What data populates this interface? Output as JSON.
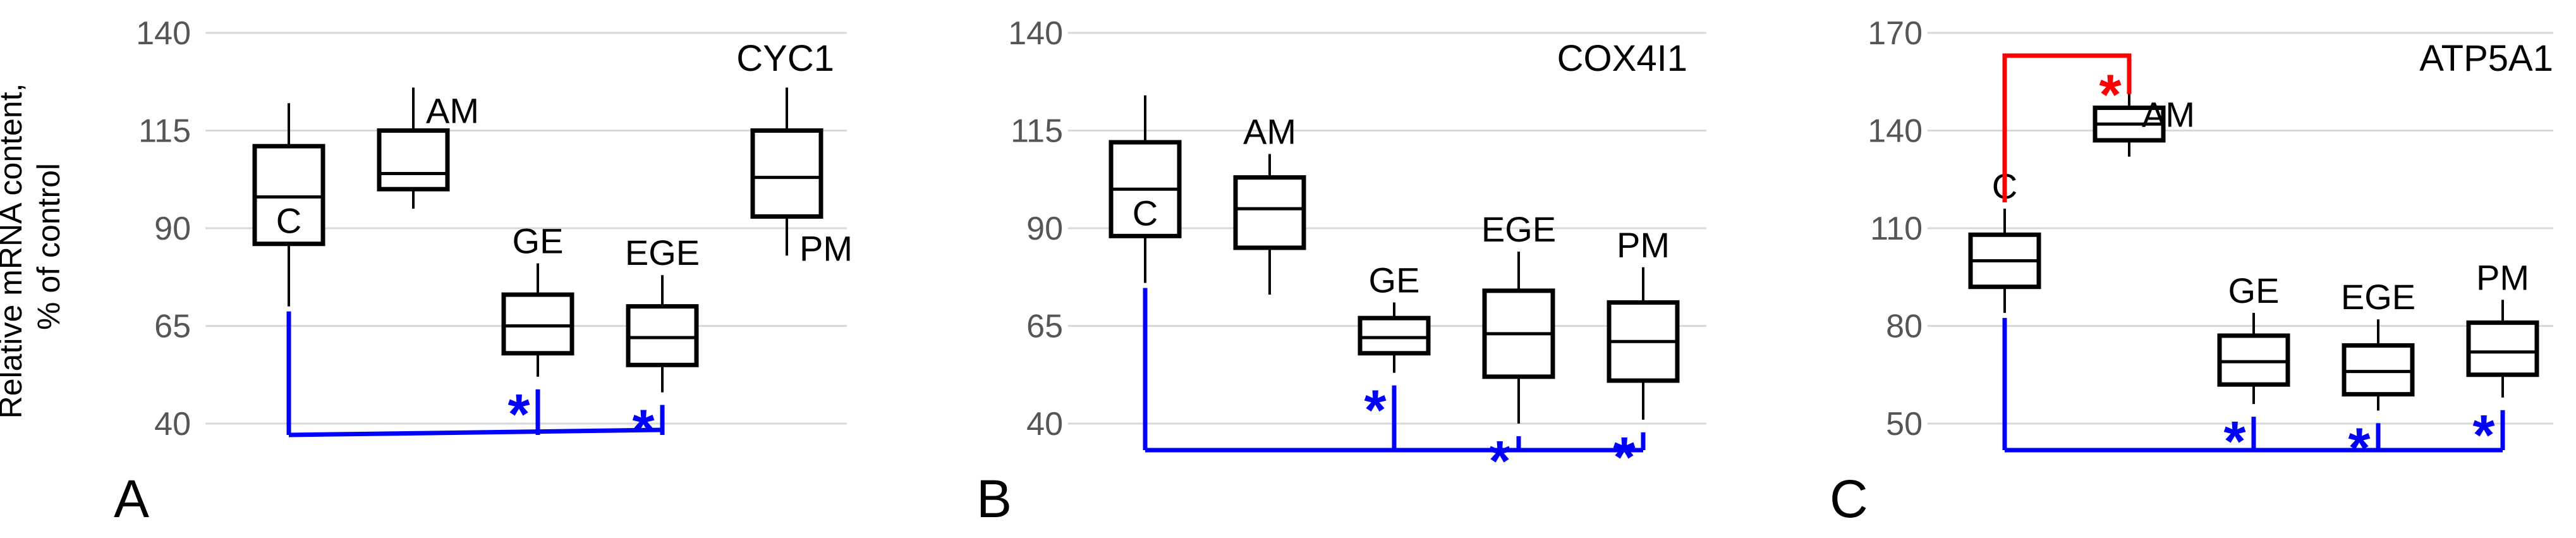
{
  "y_axis_label": [
    "Relative mRNA content,",
    "% of control"
  ],
  "colors": {
    "significance_decrease": "#0000ff",
    "significance_increase": "#ff0000",
    "box": "#000000",
    "grid": "#d9d9d9",
    "tick_text": "#555555"
  },
  "chart_data": [
    {
      "type": "box",
      "panel": "A",
      "gene": "CYC1",
      "ylim": [
        40,
        140
      ],
      "yticks": [
        40,
        65,
        90,
        115,
        140
      ],
      "grid": true,
      "groups": [
        {
          "label": "C",
          "label_pos": "inside",
          "min": 70,
          "q1": 86,
          "median": 98,
          "q3": 111,
          "max": 122
        },
        {
          "label": "AM",
          "label_pos": "right",
          "min": 95,
          "q1": 100,
          "median": 104,
          "q3": 115,
          "max": 126
        },
        {
          "label": "GE",
          "label_pos": "above",
          "min": 52,
          "q1": 58,
          "median": 65,
          "q3": 73,
          "max": 81
        },
        {
          "label": "EGE",
          "label_pos": "above",
          "min": 48,
          "q1": 55,
          "median": 62,
          "q3": 70,
          "max": 78
        },
        {
          "label": "PM",
          "label_pos": "right",
          "min": 83,
          "q1": 93,
          "median": 103,
          "q3": 115,
          "max": 126
        }
      ],
      "comparisons": [
        {
          "reference": "C",
          "groups": [
            "GE",
            "EGE"
          ],
          "direction": "decrease",
          "marker": "*",
          "color": "#0000ff"
        }
      ]
    },
    {
      "type": "box",
      "panel": "B",
      "gene": "COX4I1",
      "ylim": [
        40,
        140
      ],
      "yticks": [
        40,
        65,
        90,
        115,
        140
      ],
      "grid": true,
      "groups": [
        {
          "label": "C",
          "label_pos": "inside",
          "min": 76,
          "q1": 88,
          "median": 100,
          "q3": 112,
          "max": 124
        },
        {
          "label": "AM",
          "label_pos": "above",
          "min": 73,
          "q1": 85,
          "median": 95,
          "q3": 103,
          "max": 109
        },
        {
          "label": "GE",
          "label_pos": "above",
          "min": 53,
          "q1": 58,
          "median": 62,
          "q3": 67,
          "max": 71
        },
        {
          "label": "EGE",
          "label_pos": "above",
          "min": 40,
          "q1": 52,
          "median": 63,
          "q3": 74,
          "max": 84
        },
        {
          "label": "PM",
          "label_pos": "above",
          "min": 41,
          "q1": 51,
          "median": 61,
          "q3": 71,
          "max": 80
        }
      ],
      "comparisons": [
        {
          "reference": "C",
          "groups": [
            "GE",
            "EGE",
            "PM"
          ],
          "direction": "decrease",
          "marker": "*",
          "color": "#0000ff"
        }
      ]
    },
    {
      "type": "box",
      "panel": "C",
      "gene": "ATP5A1",
      "ylim": [
        50,
        170
      ],
      "yticks": [
        50,
        80,
        110,
        140,
        170
      ],
      "grid": true,
      "groups": [
        {
          "label": "C",
          "label_pos": "above",
          "min": 84,
          "q1": 92,
          "median": 100,
          "q3": 108,
          "max": 116
        },
        {
          "label": "AM",
          "label_pos": "right",
          "min": 132,
          "q1": 137,
          "median": 142,
          "q3": 147,
          "max": 152
        },
        {
          "label": "GE",
          "label_pos": "above",
          "min": 56,
          "q1": 62,
          "median": 69,
          "q3": 77,
          "max": 84
        },
        {
          "label": "EGE",
          "label_pos": "above",
          "min": 54,
          "q1": 59,
          "median": 66,
          "q3": 74,
          "max": 82
        },
        {
          "label": "PM",
          "label_pos": "above",
          "min": 58,
          "q1": 65,
          "median": 72,
          "q3": 81,
          "max": 88
        }
      ],
      "comparisons": [
        {
          "reference": "C",
          "groups": [
            "GE",
            "EGE",
            "PM"
          ],
          "direction": "decrease",
          "marker": "*",
          "color": "#0000ff"
        },
        {
          "reference": "C",
          "groups": [
            "AM"
          ],
          "direction": "increase",
          "marker": "*",
          "color": "#ff0000"
        }
      ]
    }
  ]
}
